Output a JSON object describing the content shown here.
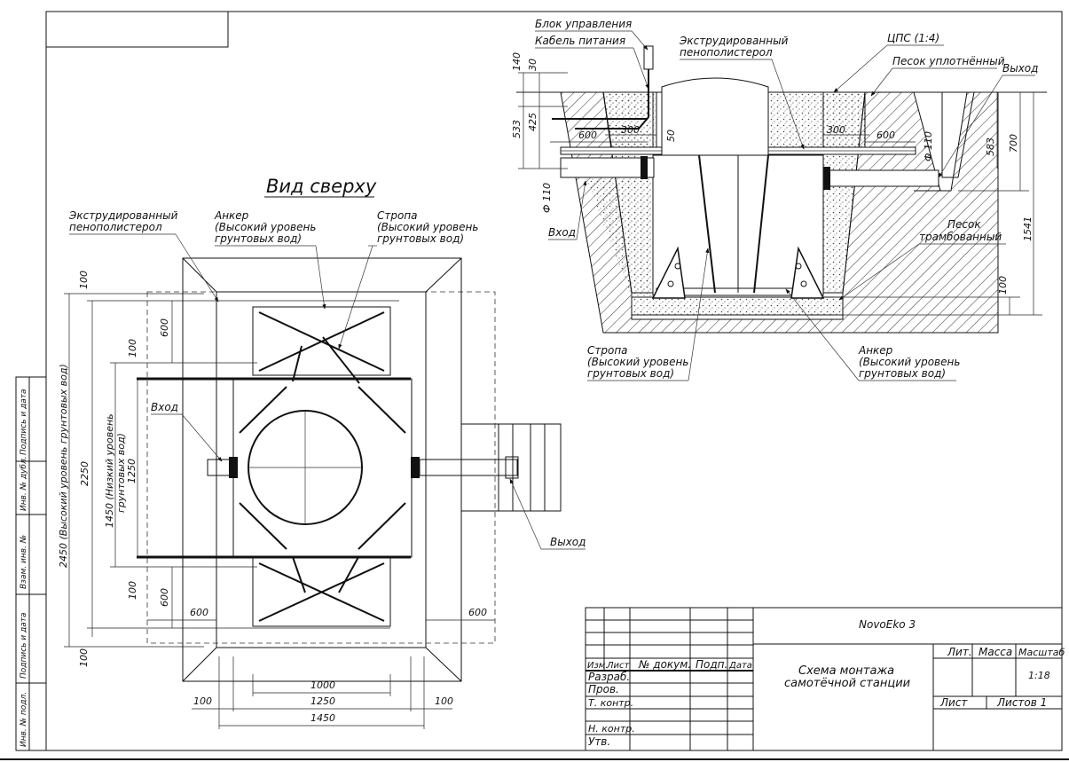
{
  "top_view": {
    "title": "Вид сверху",
    "labels": {
      "eps": [
        "Экструдированный",
        "пенополистерол"
      ],
      "anchor": [
        "Анкер",
        "(Высокий уровень",
        "грунтовых вод)"
      ],
      "sling": [
        "Стропа",
        "(Высокий уровень",
        "грунтовых вод)"
      ],
      "inlet": "Вход",
      "outlet": "Выход"
    },
    "dims": {
      "d100_top": "100",
      "d600_upper": "600",
      "d100_upper": "100",
      "d2250": "2250",
      "d2450": "2450 (Высокий уровень грунтовых вод)",
      "d1450_vert": [
        "1450 (Низкий уровень",
        "грунтовых вод)"
      ],
      "d1250_vert": "1250",
      "d100_lower": "100",
      "d600_lower": "600",
      "d600_left": "600",
      "d600_right": "600",
      "d100_bottom": "100",
      "d1000": "1000",
      "d100_bl": "100",
      "d1250": "1250",
      "d100_br": "100",
      "d1450": "1450"
    }
  },
  "section": {
    "labels": {
      "control_block": "Блок управления",
      "power_cable": "Кабель питания",
      "eps": [
        "Экструдированный",
        "пенополистерол"
      ],
      "cps": "ЦПС (1:4)",
      "sand_compact": "Песок уплотнённый",
      "outlet": "Выход",
      "inlet": "Вход",
      "sand_rammed": [
        "Песок",
        "трамбованный"
      ],
      "sling": [
        "Стропа",
        "(Высокий уровень",
        "грунтовых вод)"
      ],
      "anchor": [
        "Анкер",
        "(Высокий уровень",
        "грунтовых вод)"
      ]
    },
    "dims": {
      "d140": "140",
      "d30": "30",
      "d533": "533",
      "d425": "425",
      "d600a": "600",
      "d300a": "300",
      "d50": "50",
      "d300b": "300",
      "d600b": "600",
      "phi110_left": "Ф 110",
      "phi110_right": "Ф 110",
      "d583": "583",
      "d700": "700",
      "d1541": "1541",
      "d100": "100"
    }
  },
  "side_stamps": [
    "Подпись и дата",
    "Инв. № дубл.",
    "Взам. инв. №",
    "Подпись и дата",
    "Инв. № подл."
  ],
  "title_block": {
    "project": "NovoEko 3",
    "title": [
      "Схема монтажа",
      "самотёчной станции"
    ],
    "col_izm": "Изм.",
    "col_list": "Лист",
    "col_doc": "№ докум.",
    "col_sign": "Подп.",
    "col_date": "Дата",
    "razrab": "Разраб.",
    "prov": "Пров.",
    "tkontr": "Т. контр.",
    "nkontr": "Н. контр.",
    "utv": "Утв.",
    "lit": "Лит.",
    "massa": "Масса",
    "scale_label": "Масштаб",
    "scale": "1:18",
    "sheet": "Лист",
    "sheets": "Листов 1"
  }
}
